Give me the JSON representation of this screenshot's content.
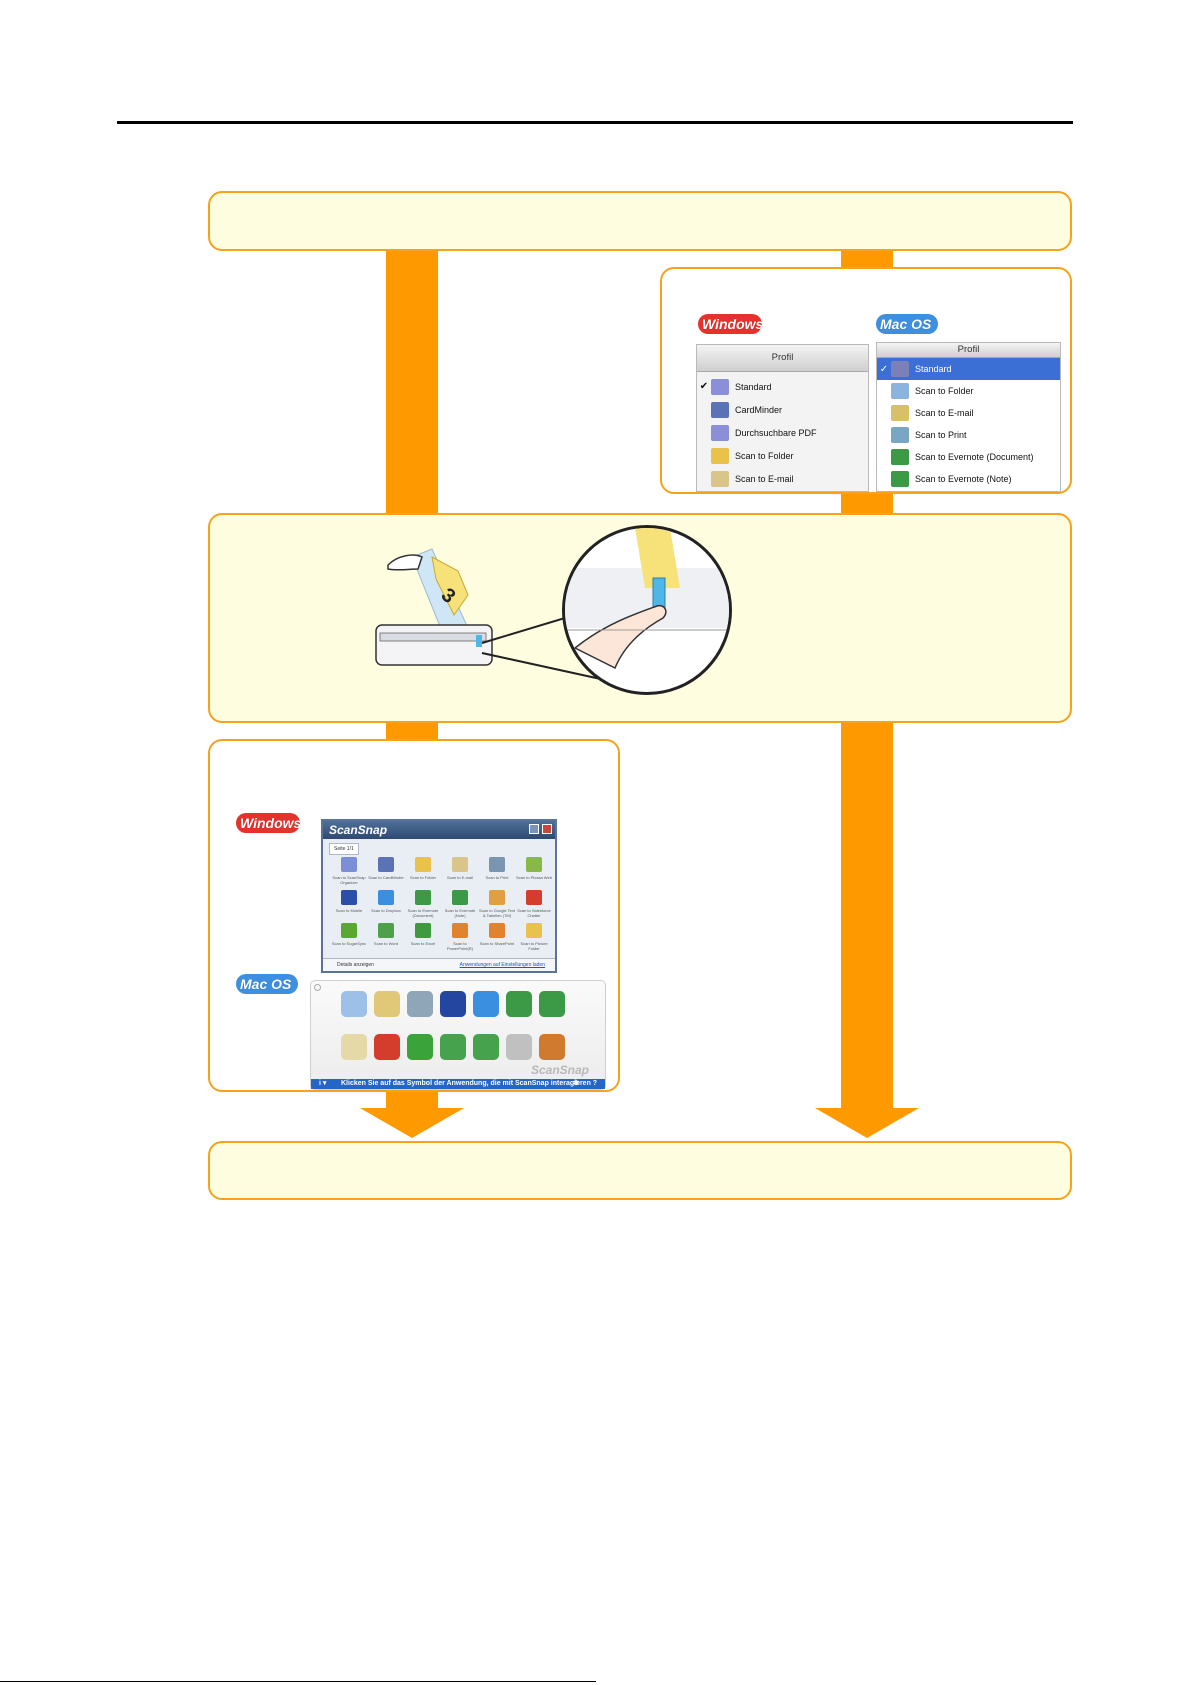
{
  "windows_profile_menu": {
    "badge": "Windows",
    "header": "Profil",
    "items": [
      {
        "label": "Standard",
        "checked": "✔",
        "icon_color": "#8a8fd8"
      },
      {
        "label": "CardMinder",
        "checked": "",
        "icon_color": "#5b73b5"
      },
      {
        "label": "Durchsuchbare PDF",
        "checked": "",
        "icon_color": "#8a8fd8"
      },
      {
        "label": "Scan to Folder",
        "checked": "",
        "icon_color": "#e9c24b"
      },
      {
        "label": "Scan to E-mail",
        "checked": "",
        "icon_color": "#d9c48a"
      }
    ]
  },
  "mac_profile_menu": {
    "badge": "Mac OS",
    "header": "Profil",
    "items": [
      {
        "label": "Standard",
        "checked": "✓",
        "icon_color": "#7c7fb8"
      },
      {
        "label": "Scan to Folder",
        "checked": "",
        "icon_color": "#8ab3e0"
      },
      {
        "label": "Scan to E-mail",
        "checked": "",
        "icon_color": "#d8c06a"
      },
      {
        "label": "Scan to Print",
        "checked": "",
        "icon_color": "#7aa6c4"
      },
      {
        "label": "Scan to Evernote (Document)",
        "checked": "",
        "icon_color": "#3c9a46"
      },
      {
        "label": "Scan to Evernote (Note)",
        "checked": "",
        "icon_color": "#3c9a46"
      }
    ]
  },
  "windows_quick_menu": {
    "badge": "Windows",
    "title": "ScanSnap",
    "page_tab": "Seite 1/1",
    "items": [
      {
        "label": "Scan to ScanSnap Organizer",
        "color": "#7c8fd6"
      },
      {
        "label": "Scan to CardMinder",
        "color": "#5b73b5"
      },
      {
        "label": "Scan to Folder",
        "color": "#e9c24b"
      },
      {
        "label": "Scan to E-mail",
        "color": "#d9c48a"
      },
      {
        "label": "Scan to Print",
        "color": "#7a95b0"
      },
      {
        "label": "Scan to Picasa Web",
        "color": "#86b84a"
      },
      {
        "label": "Scan to Mobile",
        "color": "#2b4fa8"
      },
      {
        "label": "Scan to Dropbox",
        "color": "#3a8fe0"
      },
      {
        "label": "Scan to Evernote (Document)",
        "color": "#3c9a46"
      },
      {
        "label": "Scan to Evernote (Note)",
        "color": "#3c9a46"
      },
      {
        "label": "Scan to Google Text & Tabellen (TM)",
        "color": "#e0a040"
      },
      {
        "label": "Scan to Salesforce Chatter",
        "color": "#d43c2c"
      },
      {
        "label": "Scan to SugarSync",
        "color": "#5aa832"
      },
      {
        "label": "Scan to Word",
        "color": "#4fa04a"
      },
      {
        "label": "Scan to Excel",
        "color": "#3f9a3e"
      },
      {
        "label": "Scan to PowerPoint(R)",
        "color": "#e0832c"
      },
      {
        "label": "Scan to SharePoint",
        "color": "#e0832c"
      },
      {
        "label": "Scan to Picture Folder",
        "color": "#e9c24b"
      }
    ],
    "details_label": "Details anzeigen",
    "link_label": "Anwendungen auf Einstellungen laden"
  },
  "mac_quick_menu": {
    "badge": "Mac OS",
    "brand": "ScanSnap",
    "footer_text": "Klicken Sie auf das Symbol der Anwendung, die mit ScanSnap interagieren",
    "row1_colors": [
      "#9cc0e8",
      "#e0c878",
      "#8fa5b8",
      "#2446a0",
      "#3a8fe0",
      "#3c9a46",
      "#3c9a46"
    ],
    "row2_colors": [
      "#e6d9a8",
      "#d43c2c",
      "#3aa43a",
      "#46a24c",
      "#46a24c",
      "#c0c0c0",
      "#d07a30"
    ]
  },
  "colors": {
    "arrow": "#ff9900",
    "panel_fill": "#fffde0",
    "panel_border": "#f7a21b"
  }
}
